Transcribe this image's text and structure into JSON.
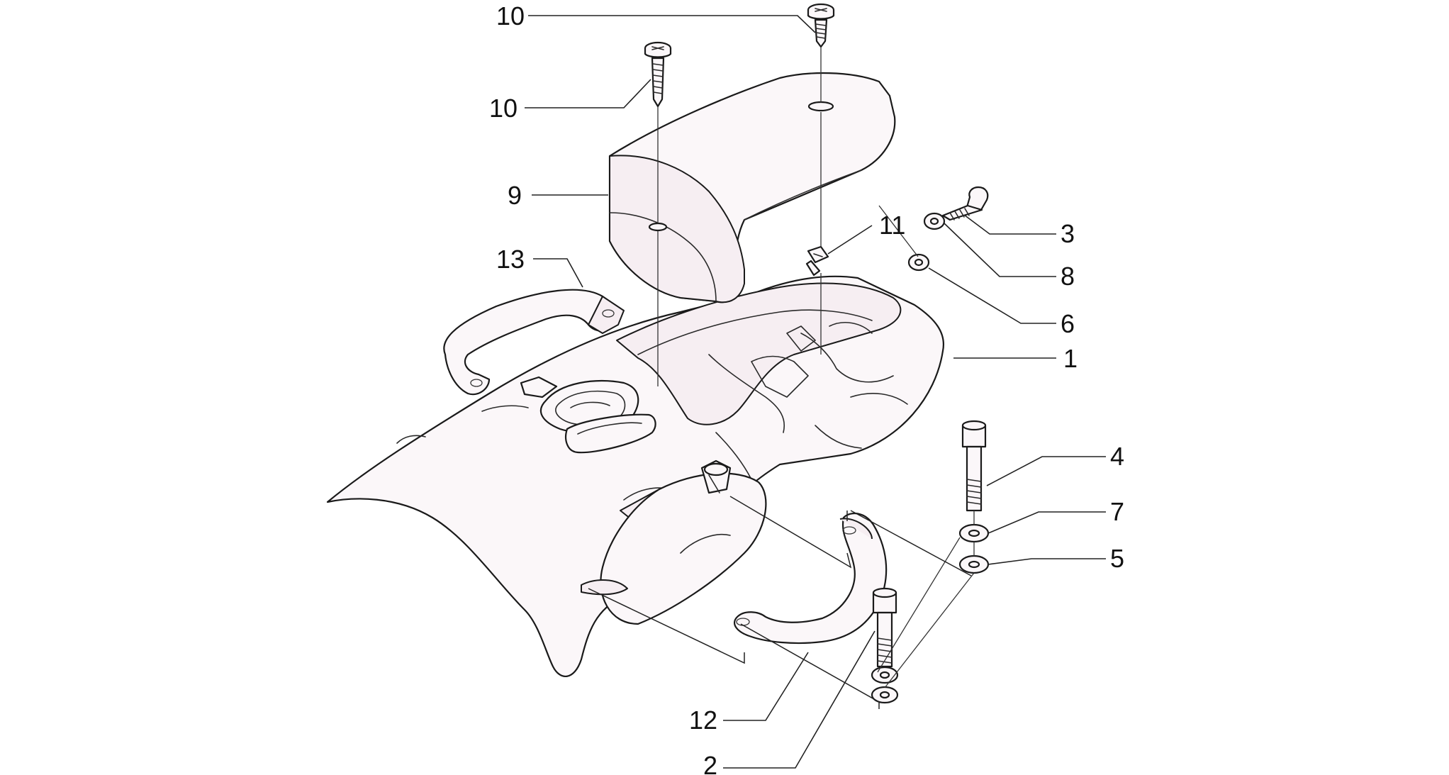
{
  "diagram": {
    "callouts": [
      {
        "id": "10a",
        "label": "10"
      },
      {
        "id": "10b",
        "label": "10"
      },
      {
        "id": "9",
        "label": "9"
      },
      {
        "id": "11",
        "label": "11"
      },
      {
        "id": "3",
        "label": "3"
      },
      {
        "id": "8",
        "label": "8"
      },
      {
        "id": "13",
        "label": "13"
      },
      {
        "id": "6",
        "label": "6"
      },
      {
        "id": "1",
        "label": "1"
      },
      {
        "id": "4",
        "label": "4"
      },
      {
        "id": "7",
        "label": "7"
      },
      {
        "id": "5",
        "label": "5"
      },
      {
        "id": "12",
        "label": "12"
      },
      {
        "id": "2",
        "label": "2"
      }
    ]
  }
}
